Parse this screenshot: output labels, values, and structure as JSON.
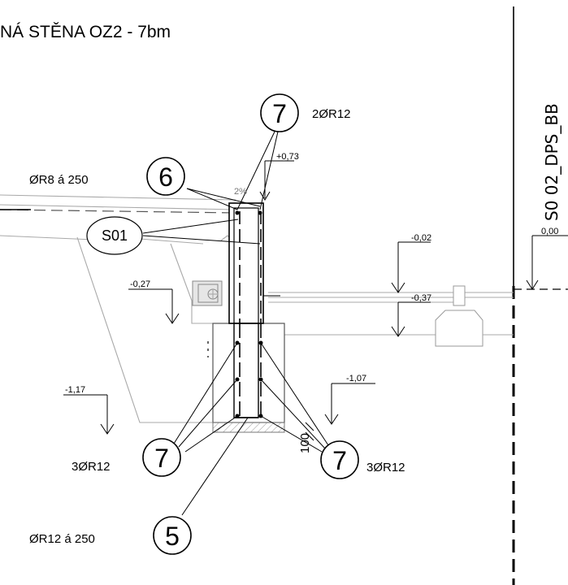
{
  "title": "NÁ STĚNA OZ2   -  7bm",
  "side_label": "S0  02_DPS_BB",
  "rebar_labels": {
    "top_count": "2ØR12",
    "left_count": "3ØR12",
    "right_count": "3ØR12",
    "stirrup_top": "ØR8 á 250",
    "stirrup_bottom": "ØR12 á 250",
    "dim_100": "100",
    "angle": "2%"
  },
  "callouts": [
    {
      "id": "pos-7-top",
      "text": "7"
    },
    {
      "id": "pos-6",
      "text": "6"
    },
    {
      "id": "pos-7-left",
      "text": "7"
    },
    {
      "id": "pos-7-right",
      "text": "7"
    },
    {
      "id": "pos-5",
      "text": "5"
    }
  ],
  "section_mark": "S01",
  "levels": {
    "top": "+0,73",
    "road": "-0,02",
    "left_walk": "-0,27",
    "rail": "-0,37",
    "left_bottom": "-1,17",
    "right_bottom": "-1,07",
    "zero_cut": "0,00"
  }
}
